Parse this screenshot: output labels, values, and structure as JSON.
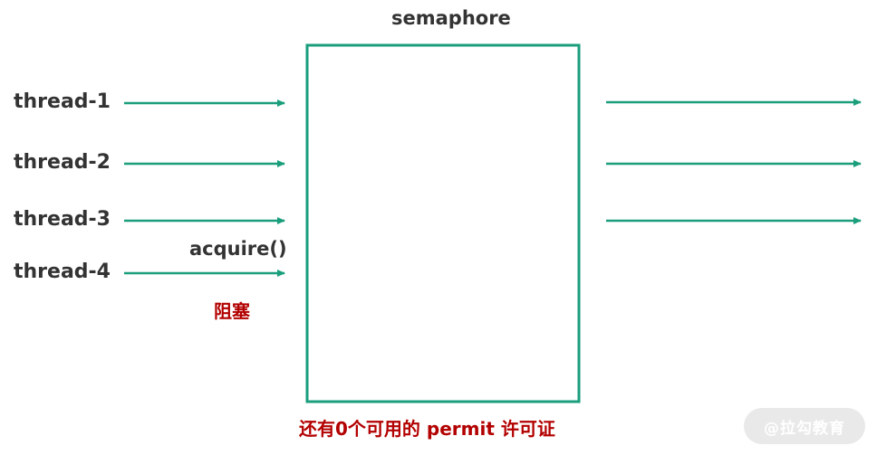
{
  "title": "semaphore",
  "threads": [
    "thread-1",
    "thread-2",
    "thread-3",
    "thread-4"
  ],
  "acquire_label": "acquire()",
  "blocked_label": "阻塞",
  "caption": "还有0个可用的 permit 许可证",
  "watermark": "@拉勾教育",
  "colors": {
    "arrow": "#1a9e7c",
    "box_border": "#1a9e7c",
    "text": "#333333",
    "highlight": "#b30000"
  }
}
